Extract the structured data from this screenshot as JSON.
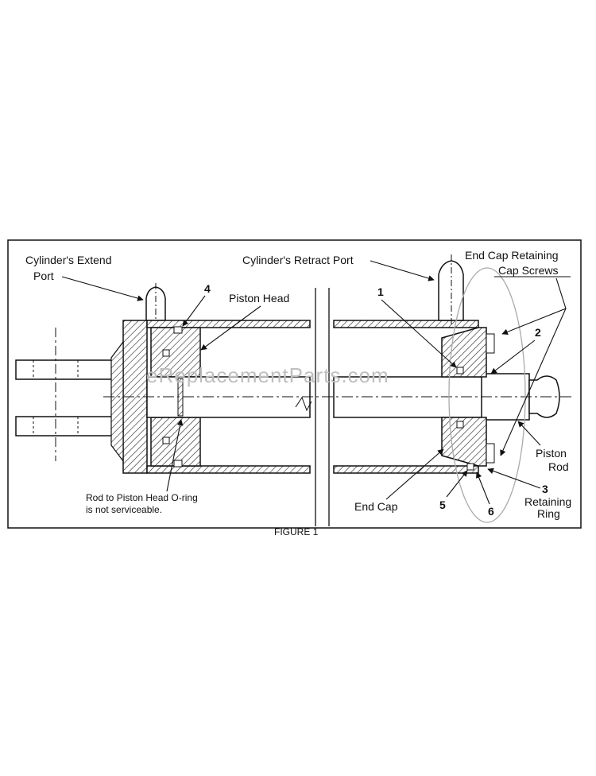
{
  "labels": {
    "extend_port_line1": "Cylinder's Extend",
    "extend_port_line2": "Port",
    "retract_port": "Cylinder's Retract Port",
    "end_cap_screws_line1": "End Cap Retaining",
    "end_cap_screws_line2": "Cap Screws",
    "piston_head": "Piston Head",
    "piston_rod_line1": "Piston",
    "piston_rod_line2": "Rod",
    "end_cap": "End Cap",
    "retaining_ring_line1": "Retaining",
    "retaining_ring_line2": "Ring",
    "oring_note_line1": "Rod to Piston Head O-ring",
    "oring_note_line2": "is not serviceable."
  },
  "callouts": {
    "n1": "1",
    "n2": "2",
    "n3": "3",
    "n4": "4",
    "n5": "5",
    "n6": "6"
  },
  "watermark": "eReplacementParts.com",
  "figure_caption": "FIGURE 1"
}
